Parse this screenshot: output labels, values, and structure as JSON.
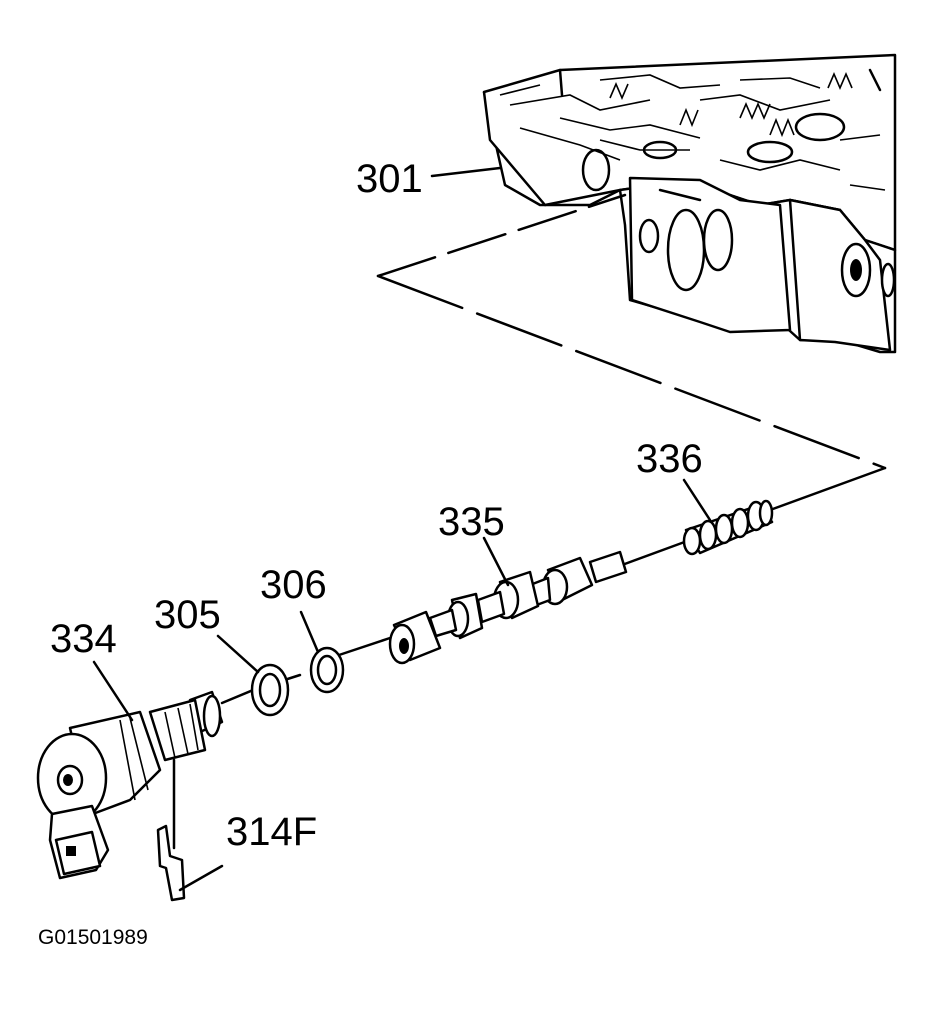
{
  "figure_id": "G01501989",
  "callouts": {
    "c301": "301",
    "c336": "336",
    "c335": "335",
    "c306": "306",
    "c305": "305",
    "c334": "334",
    "c314f": "314F"
  },
  "colors": {
    "ink": "#000000",
    "paper": "#ffffff"
  }
}
